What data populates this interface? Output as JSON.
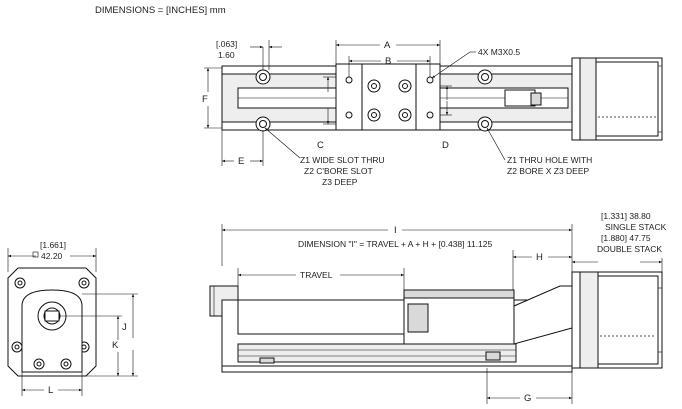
{
  "header": {
    "units_note": "DIMENSIONS = [INCHES] mm"
  },
  "top_view": {
    "dim_063": "[.063]",
    "dim_160": "1.60",
    "label_A": "A",
    "label_B": "B",
    "label_C": "C",
    "label_D": "D",
    "label_E": "E",
    "label_F": "F",
    "callout_tap": "4X M3X0.5",
    "note_slot": [
      "Z1 WIDE SLOT THRU",
      "Z2 C'BORE SLOT",
      "Z3 DEEP"
    ],
    "note_hole": [
      "Z1 THRU HOLE WITH",
      "Z2 BORE X Z3 DEEP"
    ]
  },
  "end_view": {
    "dim_inch": "[1.661]",
    "dim_mm": "42.20",
    "label_J": "J",
    "label_K": "K",
    "label_L": "L"
  },
  "side_view": {
    "label_I": "I",
    "label_G": "G",
    "label_H": "H",
    "label_travel": "TRAVEL",
    "formula": "DIMENSION \"I\" = TRAVEL + A + H + [0.438] 11.125",
    "motor_single": [
      "[1.331] 38.80",
      "SINGLE STACK"
    ],
    "motor_double": [
      "[1.880] 47.75",
      "DOUBLE STACK"
    ]
  }
}
